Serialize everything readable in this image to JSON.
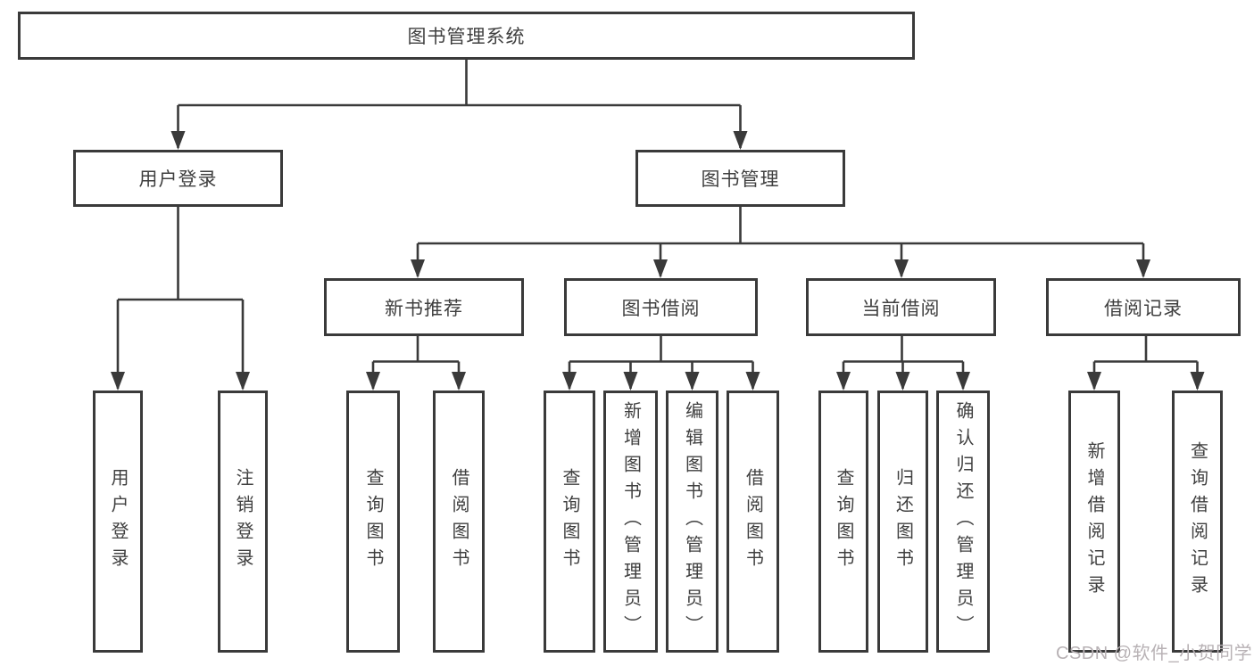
{
  "diagram": {
    "tree": {
      "label": "图书管理系统",
      "children": [
        {
          "label": "用户登录",
          "children": [
            {
              "label": "用户登录"
            },
            {
              "label": "注销登录"
            }
          ]
        },
        {
          "label": "图书管理",
          "children": [
            {
              "label": "新书推荐",
              "children": [
                {
                  "label": "查询图书"
                },
                {
                  "label": "借阅图书"
                }
              ]
            },
            {
              "label": "图书借阅",
              "children": [
                {
                  "label": "查询图书"
                },
                {
                  "label": "新增图书（管理员）"
                },
                {
                  "label": "编辑图书（管理员）"
                },
                {
                  "label": "借阅图书"
                }
              ]
            },
            {
              "label": "当前借阅",
              "children": [
                {
                  "label": "查询图书"
                },
                {
                  "label": "归还图书"
                },
                {
                  "label": "确认归还（管理员）"
                }
              ]
            },
            {
              "label": "借阅记录",
              "children": [
                {
                  "label": "新增借阅记录"
                },
                {
                  "label": "查询借阅记录"
                }
              ]
            }
          ]
        }
      ]
    },
    "watermark": "CSDN @软件_小贺同学",
    "colors": {
      "line": "#3a3a3a",
      "text": "#3f3f3f",
      "background": "#ffffff",
      "watermark": "#b8b2b5"
    }
  }
}
